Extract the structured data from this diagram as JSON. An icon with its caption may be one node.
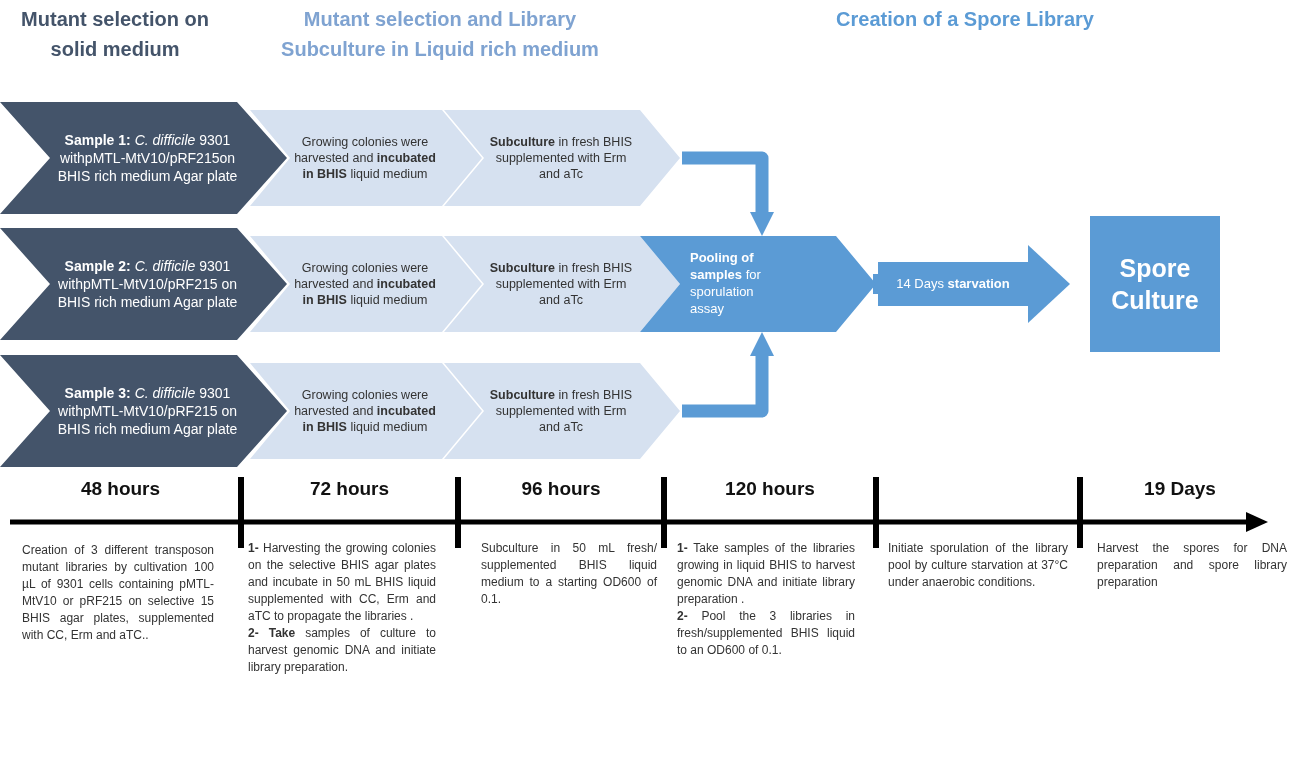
{
  "diagram": {
    "nodes": [
      {
        "text": [
          "**Sample 1:** *C. difficile* 9301 withpMTL-MtV10/pRF215on BHIS rich medium Agar plate"
        ]
      },
      {
        "text": [
          "Growing colonies were harvested and **incubated in BHIS** liquid medium"
        ]
      },
      {
        "text": [
          "**Subculture** in fresh BHIS supplemented with Erm and aTc"
        ]
      },
      {
        "text": [
          "**Sample 2:** *C. difficile* 9301 withpMTL-MtV10/pRF215 on BHIS rich medium Agar plate"
        ]
      },
      {
        "text": [
          "Growing colonies were harvested and **incubated in BHIS** liquid medium"
        ]
      },
      {
        "text": [
          "**Subculture** in fresh BHIS supplemented with Erm and aTc"
        ]
      },
      {
        "text": [
          "**Pooling of samples** for sporulation assay"
        ]
      },
      {
        "text": [
          "Spore Culture"
        ]
      },
      {
        "text": [
          "**Sample 3:** *C. difficile* 9301 withpMTL-MtV10/pRF215 on BHIS rich medium Agar plate"
        ]
      },
      {
        "text": [
          "Growing colonies were harvested and **incubated in BHIS** liquid medium"
        ]
      },
      {
        "text": [
          "**Subculture** in fresh BHIS supplemented with Erm and aTc"
        ]
      }
    ],
    "edges": [
      {
        "from": 2,
        "to": 6,
        "arrow": "to"
      },
      {
        "from": 10,
        "to": 6,
        "arrow": "to"
      },
      {
        "from": 6,
        "to": 7,
        "arrow": "to",
        "style": "thick",
        "label": "14 Days **starvation**"
      }
    ],
    "labels": [
      "Mutant selection on solid medium",
      "Mutant selection and Library Subculture in Liquid rich medium",
      "Creation of a Spore Library",
      "48 hours",
      "72 hours",
      "96 hours",
      "120 hours",
      "19 Days",
      "Creation of 3 different transposon mutant libraries by cultivation 100 µL of 9301 cells containing pMTL-MtV10 or pRF215 on selective 15 BHIS agar plates, supplemented with CC, Erm and aTC..",
      "**1-** Harvesting the growing colonies on the selective BHIS agar plates and incubate in 50 mL BHIS liquid supplemented with CC, Erm and aTC to propagate the libraries .",
      "**2- Take** samples of culture to harvest genomic DNA and initiate library preparation.",
      "Subculture in 50 mL fresh/ supplemented BHIS liquid medium to a starting OD600 of 0.1.",
      "**1-** Take samples of the libraries growing in liquid BHIS to harvest genomic DNA and initiate library preparation .",
      "**2-** Pool the 3 libraries in fresh/supplemented BHIS liquid to an OD600 of 0.1.",
      "Initiate sporulation of the library pool by culture starvation at 37°C under anaerobic conditions.",
      "Harvest the spores for DNA preparation and spore library preparation"
    ]
  }
}
